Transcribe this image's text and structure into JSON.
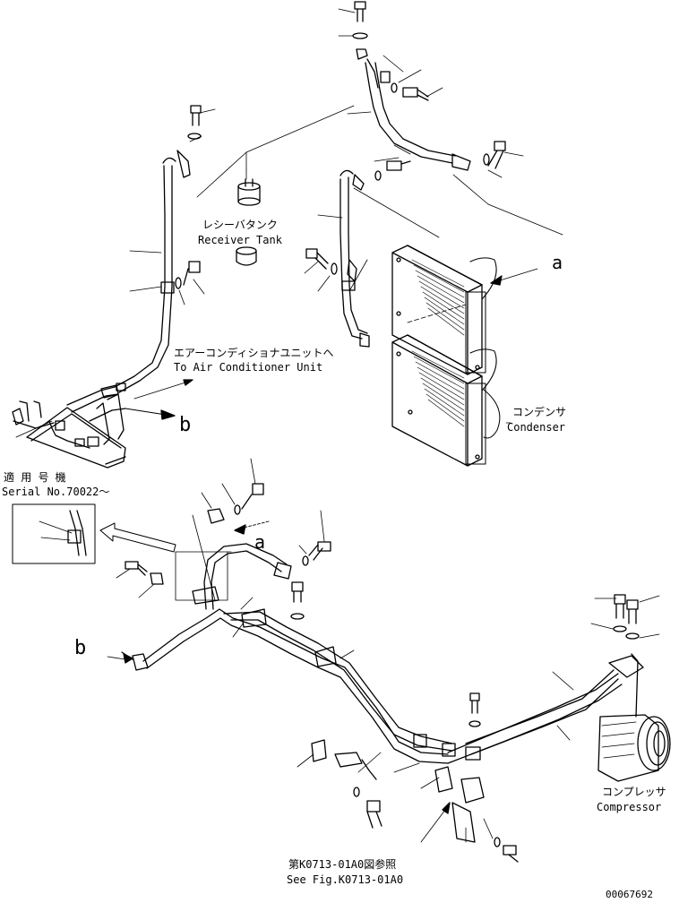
{
  "labels": {
    "receiver_tank_jp": "レシーバタンク",
    "receiver_tank_en": "Receiver Tank",
    "to_ac_unit_jp": "エアーコンディショナユニットへ",
    "to_ac_unit_en": "To Air Conditioner Unit",
    "condenser_jp": "コンデンサ",
    "condenser_en": "Condenser",
    "compressor_jp": "コンプレッサ",
    "compressor_en": "Compressor",
    "serial_jp": "適 用 号 機",
    "serial_en": "Serial No.70022～",
    "see_fig_jp": "第K0713-01A0図参照",
    "see_fig_en": "See Fig.K0713-01A0",
    "ref_a": "a",
    "ref_b": "b",
    "doc_number": "00067692"
  }
}
